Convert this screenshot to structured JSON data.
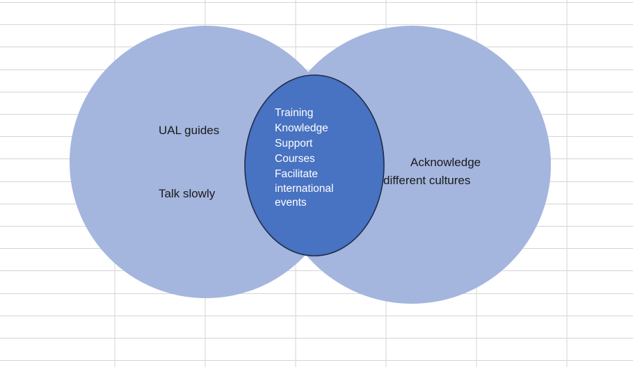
{
  "diagram": {
    "left_circle": {
      "items": [
        "UAL guides",
        "Talk slowly"
      ]
    },
    "right_circle": {
      "items": [
        "Acknowledge",
        "different cultures"
      ]
    },
    "overlap": {
      "items": [
        "Training",
        "Knowledge",
        "Support",
        "Courses",
        "Facilitate",
        "international",
        "events"
      ]
    },
    "colors": {
      "outer_circle_fill": "#a4b6de",
      "overlap_fill": "#4872c2",
      "overlap_stroke": "#1f2d4a",
      "gridline": "#d4d4d4"
    }
  }
}
